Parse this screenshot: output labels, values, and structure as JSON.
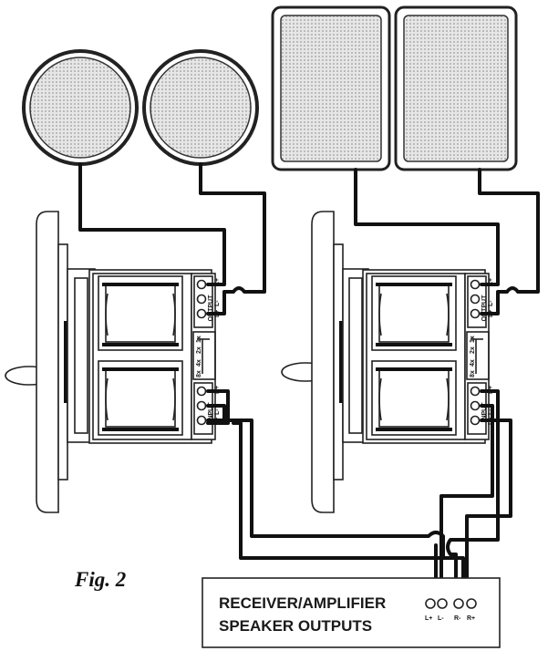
{
  "figure_label": "Fig. 2",
  "receiver": {
    "line1": "RECEIVER/AMPLIFIER",
    "line2": "SPEAKER OUTPUTS",
    "terminals": [
      "L+",
      "L-",
      "R-",
      "R+"
    ]
  },
  "transformer": {
    "output_label": "OUTPUT",
    "input_label": "INPUT",
    "terminal_labels": [
      "L+",
      "L-",
      "R-",
      "R+"
    ],
    "tap_labels": [
      "8x",
      "4x",
      "2x",
      "1x"
    ]
  },
  "colors": {
    "wire": "#111111",
    "grille": "#d8d8d8",
    "line": "#222222"
  }
}
